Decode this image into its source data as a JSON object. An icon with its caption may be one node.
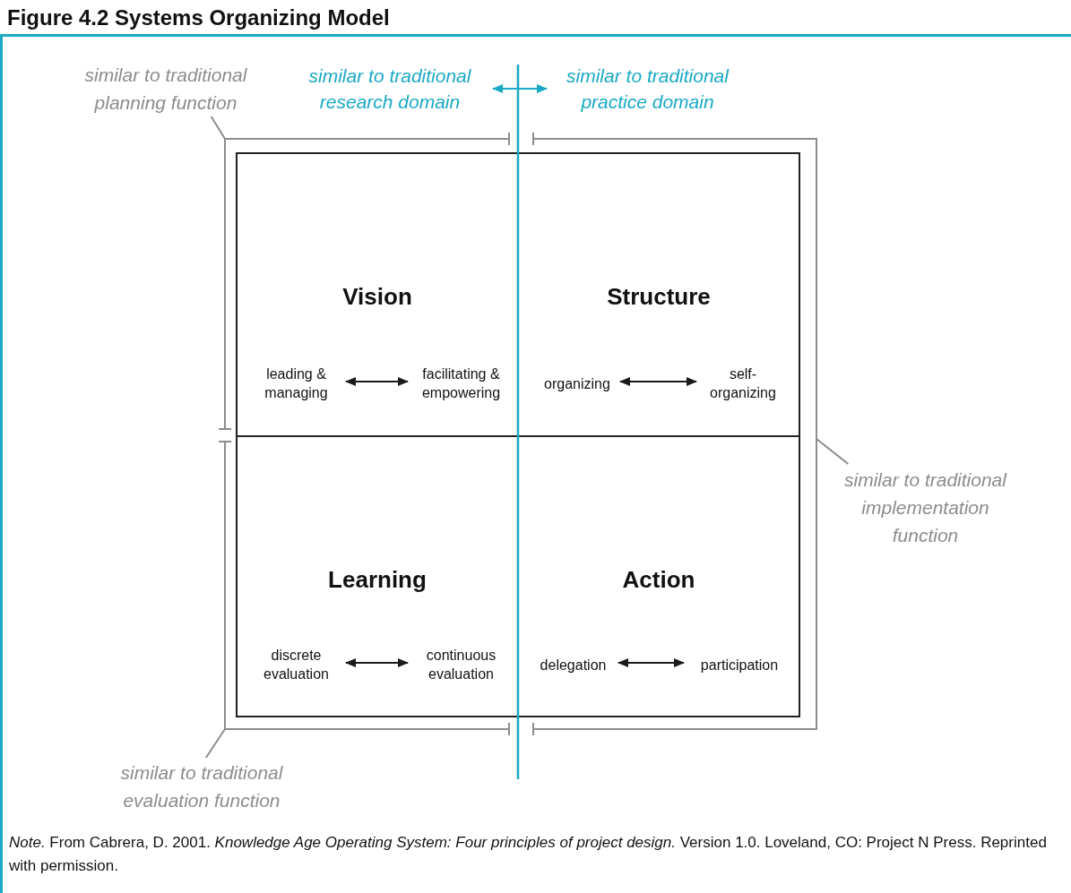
{
  "diagram": {
    "title": "Figure 4.2 Systems Organizing Model",
    "caption": "*Note.* From Cabrera, D. 2001. *Knowledge Age Operating System: Four principles of project design.* Version 1.0. Loveland, CO: Project N Press. Reprinted with permission.",
    "nodes": [
      {
        "text": [
          "similar to traditional planning function"
        ]
      },
      {
        "text": [
          "similar to traditional research domain"
        ]
      },
      {
        "text": [
          "similar to traditional practice domain"
        ]
      },
      {
        "text": [
          "Vision"
        ]
      },
      {
        "text": [
          "leading & managing"
        ],
        "in": 3
      },
      {
        "text": [
          "facilitating & empowering"
        ],
        "in": 3
      },
      {
        "text": [
          "Structure"
        ]
      },
      {
        "text": [
          "organizing"
        ],
        "in": 6
      },
      {
        "text": [
          "self-organizing"
        ],
        "in": 6
      },
      {
        "text": [
          "similar to traditional implementation function"
        ]
      },
      {
        "text": [
          "Learning"
        ]
      },
      {
        "text": [
          "discrete evaluation"
        ],
        "in": 10
      },
      {
        "text": [
          "continuous evaluation"
        ],
        "in": 10
      },
      {
        "text": [
          "Action"
        ]
      },
      {
        "text": [
          "delegation"
        ],
        "in": 13
      },
      {
        "text": [
          "participation"
        ],
        "in": 13
      },
      {
        "text": [
          "similar to traditional evaluation function"
        ]
      }
    ],
    "edges": [
      {
        "from": 1,
        "to": 2,
        "arrow": "both",
        "color": "#1aa9c4"
      },
      {
        "from": 0,
        "to": null,
        "arrow": "none",
        "color": "#8c8c8c"
      },
      {
        "from": 4,
        "to": 5,
        "arrow": "both"
      },
      {
        "from": 7,
        "to": 8,
        "arrow": "both"
      },
      {
        "from": 9,
        "to": null,
        "arrow": "none",
        "color": "#8c8c8c"
      },
      {
        "from": 11,
        "to": 12,
        "arrow": "both"
      },
      {
        "from": 14,
        "to": 15,
        "arrow": "both"
      },
      {
        "from": 16,
        "to": null,
        "arrow": "none",
        "color": "#8c8c8c"
      }
    ]
  }
}
